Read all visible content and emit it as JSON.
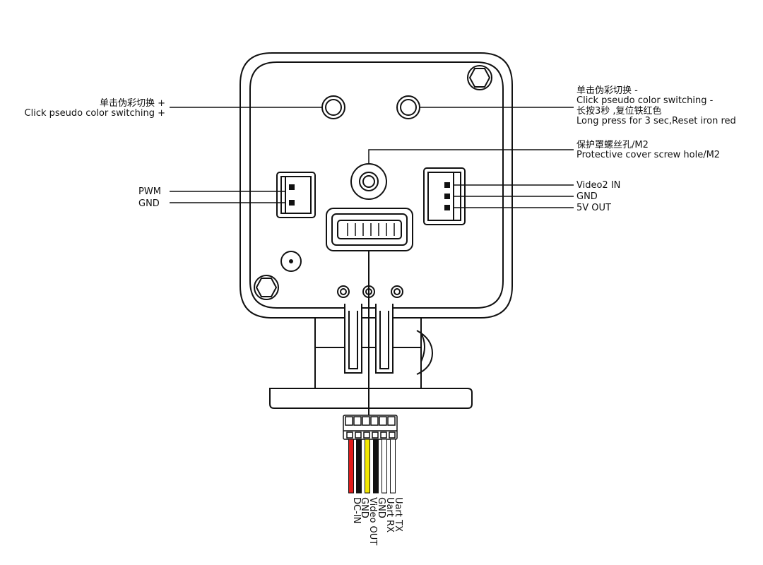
{
  "labels": {
    "left_button": {
      "cn": "单击伪彩切换 +",
      "en": "Click pseudo color switching +"
    },
    "right_button": {
      "cn": "单击伪彩切换 -",
      "en": "Click pseudo color switching -",
      "cn2": "长按3秒 ,复位铁红色",
      "en2": "Long press for 3 sec,Reset iron red"
    },
    "screw_hole": {
      "cn": "保护罩螺丝孔/M2",
      "en": "Protective cover screw hole/M2"
    },
    "left_connector": [
      "PWM",
      "GND"
    ],
    "right_connector": [
      "Video2 IN",
      "GND",
      "5V OUT"
    ],
    "cable_wires": [
      "DC-IN",
      "GND",
      "Video OUT",
      "GND",
      "Uart RX",
      "Uart TX"
    ]
  },
  "colors": {
    "line": "#111111",
    "wire_red": "#e11b1b",
    "wire_black": "#111111",
    "wire_yellow": "#f2e600",
    "wire_white": "#ffffff"
  }
}
